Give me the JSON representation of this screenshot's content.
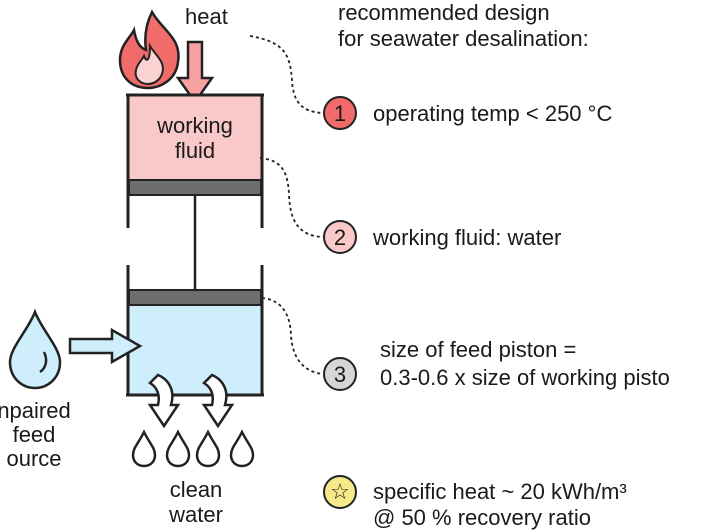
{
  "heat_label": "heat",
  "working_fluid_label": [
    "working",
    "fluid"
  ],
  "feed_label": [
    "npaired",
    "feed",
    "ource"
  ],
  "clean_water_label": [
    "clean",
    "water"
  ],
  "recommendation_title": [
    "recommended design",
    "for seawater desalination:"
  ],
  "items": [
    {
      "marker": "1",
      "text": [
        "operating temp < 250 °C"
      ],
      "color": "#f26b6b"
    },
    {
      "marker": "2",
      "text": [
        "working fluid: water"
      ],
      "color": "#f9c9c9"
    },
    {
      "marker": "3",
      "text": [
        "size of feed piston =",
        "0.3-0.6 x size of working pisto"
      ],
      "color": "#d6d6d6"
    },
    {
      "marker": "☆",
      "text": [
        "specific heat ~ 20 kWh/m³",
        "@ 50 % recovery ratio"
      ],
      "color": "#f7e98a"
    }
  ],
  "colors": {
    "working_fluid": "#f9c9c9",
    "feed_water": "#cdeefa",
    "piston": "#6e6e6e",
    "flame": "#f26b6b",
    "flame_inner": "#fbd3d3",
    "arrow_fill": "#f7a1a1",
    "drop_fill": "#cdeefa"
  }
}
